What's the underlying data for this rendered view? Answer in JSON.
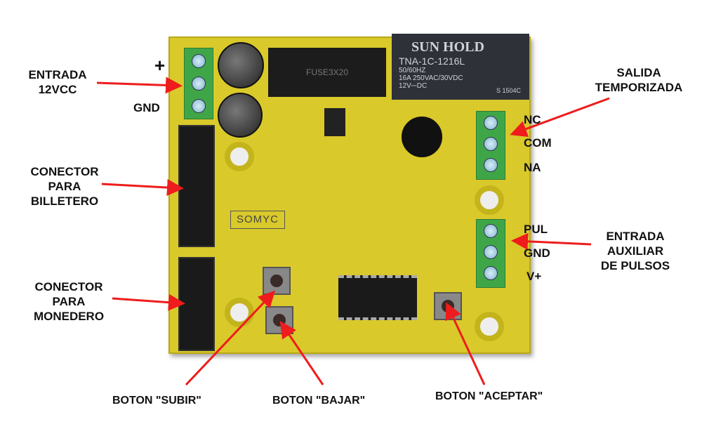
{
  "labels": {
    "entrada_12vcc": [
      "ENTRADA",
      "12VCC"
    ],
    "plus": "+",
    "gnd_power": "GND",
    "salida": [
      "SALIDA",
      "TEMPORIZADA"
    ],
    "relay_pins": [
      "NC",
      "COM",
      "NA"
    ],
    "billetero": [
      "CONECTOR",
      "PARA",
      "BILLETERO"
    ],
    "monedero": [
      "CONECTOR",
      "PARA",
      "MONEDERO"
    ],
    "auxiliar": [
      "ENTRADA",
      "AUXILIAR",
      "DE PULSOS"
    ],
    "aux_pins": [
      "PUL",
      "GND",
      "V+"
    ],
    "boton_subir": "BOTON \"SUBIR\"",
    "boton_bajar": "BOTON \"BAJAR\"",
    "boton_aceptar": "BOTON \"ACEPTAR\""
  },
  "board": {
    "logo": "SOMYC",
    "fuse": "FUSE3X20",
    "relay": {
      "brand": "SUN HOLD",
      "model": "TNA-1C-1216L",
      "line1": "50/60HZ",
      "line2": "16A 250VAC/30VDC",
      "line3": "12V⎓DC",
      "cert": "S 1504C"
    }
  },
  "colors": {
    "arrow": "#ee1c1c",
    "board": "#d9c92a"
  }
}
